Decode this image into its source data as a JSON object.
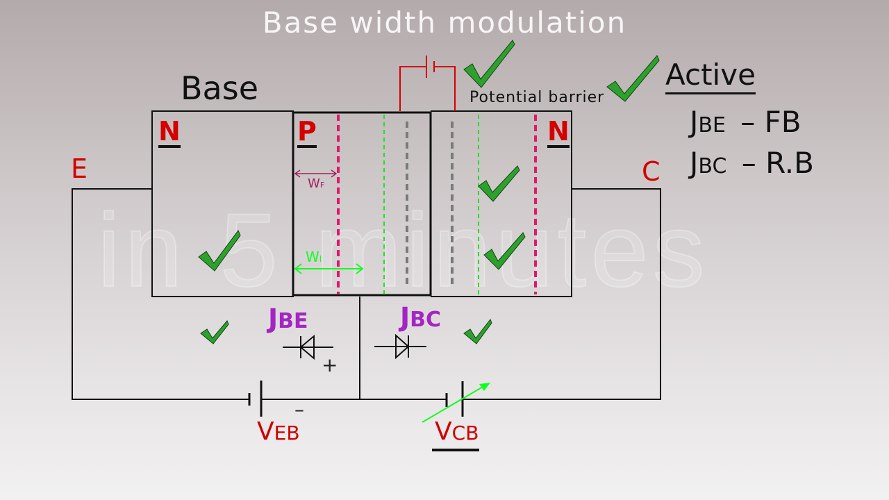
{
  "title": "Base width modulation",
  "base_label": "Base",
  "regions": {
    "emitter": "N",
    "base": "P",
    "collector": "N"
  },
  "terminals": {
    "emitter": "E",
    "collector": "C"
  },
  "potential_barrier": "Potential barrier",
  "mode": {
    "title": "Active",
    "jbe": {
      "name": "J",
      "sub": "BE",
      "state": " – FB"
    },
    "jbc": {
      "name": "J",
      "sub": "BC",
      "state": " – R.B"
    }
  },
  "junctions": {
    "be": {
      "name": "J",
      "sub": "BE"
    },
    "bc": {
      "name": "J",
      "sub": "BC"
    }
  },
  "widths": {
    "forward": "W",
    "forward_sub": "F",
    "initial": "W",
    "initial_sub": "I"
  },
  "sources": {
    "veb": {
      "name": "V",
      "sub": "EB"
    },
    "vcb": {
      "name": "V",
      "sub": "CB"
    }
  },
  "signs": {
    "plus": "+",
    "minus": "–"
  },
  "watermark": "in 5 minutes",
  "colors": {
    "red": "#d40000",
    "magenta": "#e0186a",
    "green_dash": "#22e022",
    "gray_dash": "#7a7a7a",
    "junction_label": "#a326c2",
    "check_green": "#2ea02e",
    "arrow_green": "#10ff20"
  }
}
